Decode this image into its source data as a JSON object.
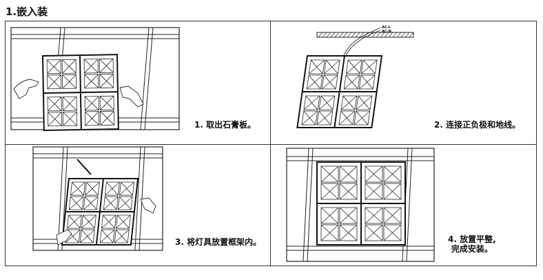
{
  "heading": "1.嵌入装",
  "steps": [
    {
      "caption": "1. 取出石膏板。"
    },
    {
      "caption": "2. 连接正负极和地线。",
      "wire_labels": [
        "AC-L",
        "AC-N"
      ]
    },
    {
      "caption": "3. 将灯具放置框架内。"
    },
    {
      "caption_line1": "4. 放置平整,",
      "caption_line2": "完成安装。"
    }
  ]
}
